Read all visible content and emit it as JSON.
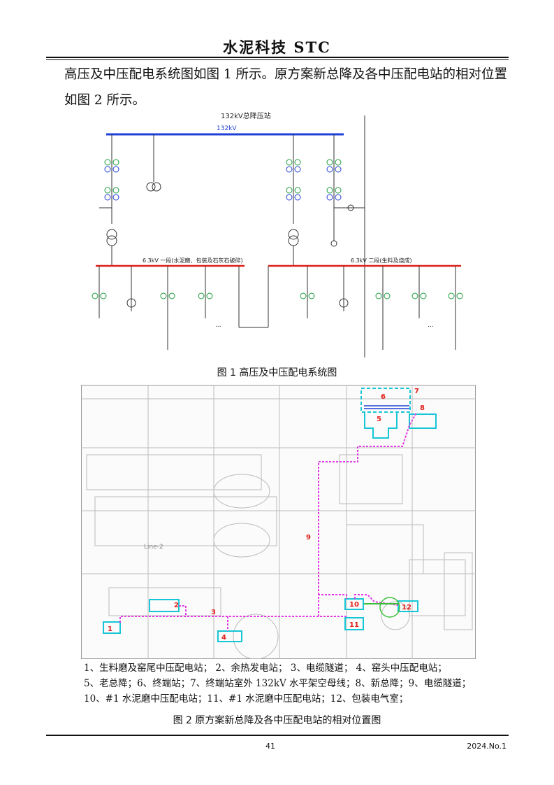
{
  "header": {
    "journal": "水泥科技 STC"
  },
  "body": {
    "paragraph": "高压及中压配电系统图如图 1 所示。原方案新总降及各中压配电站的相对位置如图 2 所示。"
  },
  "figure1": {
    "station_label": "132kV总降压站",
    "bus_label": "132kV",
    "left_bus_label": "6.3kV 一段(水泥磨、包装及石灰石破碎)",
    "right_bus_label": "6.3kV 二段(生料及烧成)",
    "ellipsis": "...",
    "caption": "图 1 高压及中压配电系统图"
  },
  "figure2": {
    "markers": [
      "1",
      "2",
      "3",
      "4",
      "5",
      "6",
      "7",
      "8",
      "9",
      "10",
      "11",
      "12"
    ],
    "line_text": "Line-2",
    "caption": "图 2 原方案新总降及各中压配电站的相对位置图"
  },
  "legend_lines": [
    "1、生料磨及窑尾中压配电站；  2、余热发电站；  3、电缆隧道；  4、窑头中压配电站；",
    "5、老总降；6、终端站；7、终端站室外 132kV 水平架空母线；8、新总降；9、电缆隧道；",
    "10、#1 水泥磨中压配电站；11、#1 水泥磨中压配电站；12、包装电气室；"
  ],
  "footer": {
    "page": "41",
    "issue": "2024.No.1"
  },
  "colors": {
    "hv_bus": "#1f3fd8",
    "mv_bus": "#e0201c",
    "cable": "#e23be6",
    "station_box": "#17c6d6",
    "marker": "#e0201c"
  }
}
